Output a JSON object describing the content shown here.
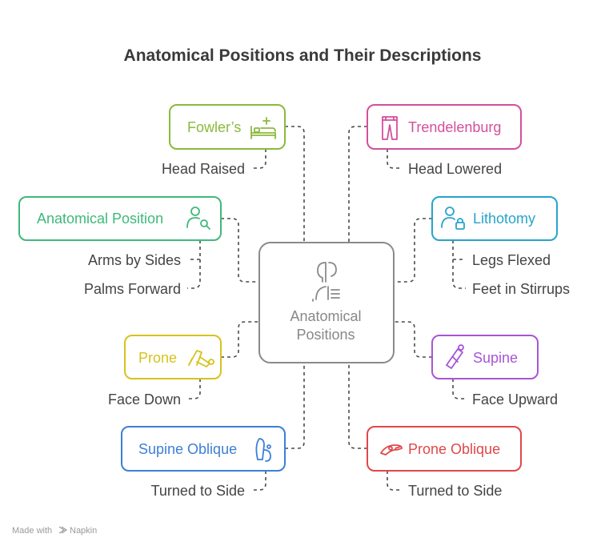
{
  "title": "Anatomical Positions and Their Descriptions",
  "center": {
    "line1": "Anatomical",
    "line2": "Positions",
    "icon": "skeleton-icon",
    "color": "#8a8a8a"
  },
  "nodes": [
    {
      "id": "fowlers",
      "label": "Fowler’s",
      "color": "#8bba3c",
      "icon": "hospital-bed-icon",
      "details": [
        "Head Raised"
      ]
    },
    {
      "id": "anatomical-position",
      "label": "Anatomical Position",
      "color": "#3fb97a",
      "icon": "user-search-icon",
      "details": [
        "Arms by Sides",
        "Palms Forward"
      ]
    },
    {
      "id": "prone",
      "label": "Prone",
      "color": "#d6c31e",
      "icon": "prone-pose-icon",
      "details": [
        "Face Down"
      ]
    },
    {
      "id": "supine-oblique",
      "label": "Supine Oblique",
      "color": "#3d7fd6",
      "icon": "supine-oblique-pose-icon",
      "details": [
        "Turned to Side"
      ]
    },
    {
      "id": "trendelenburg",
      "label": "Trendelenburg",
      "color": "#d44f9c",
      "icon": "trousers-icon",
      "details": [
        "Head Lowered"
      ]
    },
    {
      "id": "lithotomy",
      "label": "Lithotomy",
      "color": "#27a4cc",
      "icon": "user-lock-icon",
      "details": [
        "Legs Flexed",
        "Feet in Stirrups"
      ]
    },
    {
      "id": "supine",
      "label": "Supine",
      "color": "#a855d6",
      "icon": "supine-pose-icon",
      "details": [
        "Face Upward"
      ]
    },
    {
      "id": "prone-oblique",
      "label": "Prone Oblique",
      "color": "#e0484a",
      "icon": "prone-oblique-pose-icon",
      "details": [
        "Turned to Side"
      ]
    }
  ],
  "footer": {
    "made_with": "Made with",
    "brand": "Napkin"
  }
}
